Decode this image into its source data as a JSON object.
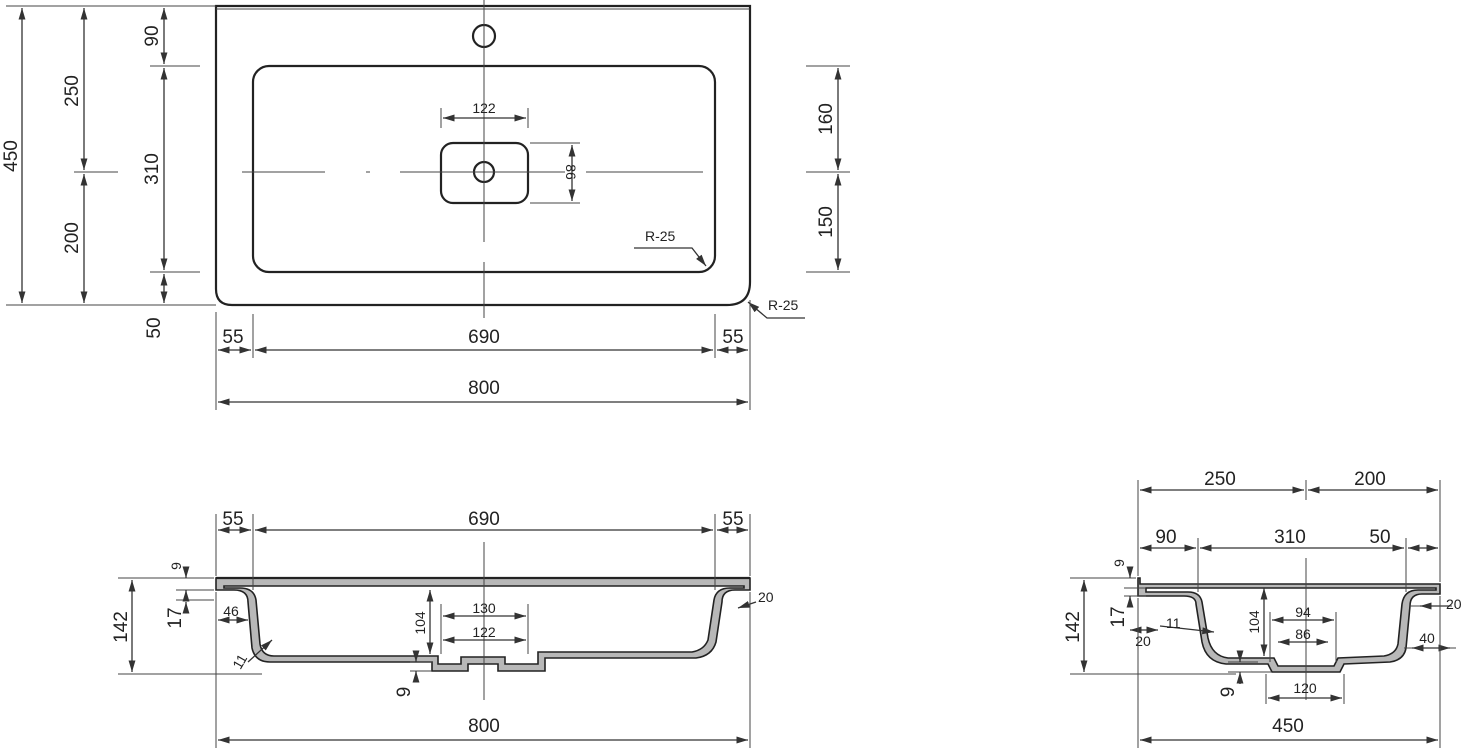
{
  "drawing": {
    "top_view": {
      "overall_width": "800",
      "overall_depth": "450",
      "depth_rear": "250",
      "depth_front": "200",
      "rear_rim": "90",
      "bowl_depth": "310",
      "front_rim": "50",
      "bowl_rear_half": "160",
      "bowl_front_half": "150",
      "side_rim_left": "55",
      "bowl_width": "690",
      "side_rim_right": "55",
      "drain_width": "122",
      "drain_depth": "86",
      "inner_radius": "R-25",
      "outer_radius": "R-25"
    },
    "front_section": {
      "side_rim_left": "55",
      "bowl_width": "690",
      "side_rim_right": "55",
      "top_thickness": "9",
      "rim_drop": "17",
      "overall_height": "142",
      "inner_offset": "46",
      "inner_radius": "11",
      "bowl_height": "104",
      "drain_outer": "130",
      "drain_inner": "122",
      "bottom_thickness": "9",
      "wall": "20",
      "overall_width": "800"
    },
    "side_section": {
      "depth_rear": "250",
      "depth_front": "200",
      "rear_rim": "90",
      "bowl_depth": "310",
      "front_rim": "50",
      "top_thickness": "9",
      "rim_drop": "17",
      "overall_height": "142",
      "rear_wall": "20",
      "inner_radius": "11",
      "bowl_height": "104",
      "drain_outer": "94",
      "drain_inner": "86",
      "front_wall": "20",
      "front_offset": "40",
      "bottom_thickness": "9",
      "base_width": "120",
      "overall_depth": "450"
    }
  }
}
